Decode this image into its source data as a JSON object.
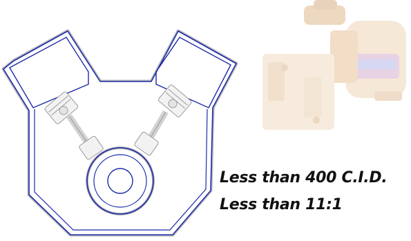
{
  "captions": {
    "line1": "Less than 400 C.I.D.",
    "line2": "Less than 11:1"
  },
  "colors": {
    "engine_outline": "#1c2aa8",
    "engine_shadow": "#b8b8b8",
    "starter_body": "#f0d6b8",
    "text": "#111111"
  },
  "images": {
    "engine": "v-engine-cross-section-icon",
    "starter": "starter-motor-image"
  }
}
